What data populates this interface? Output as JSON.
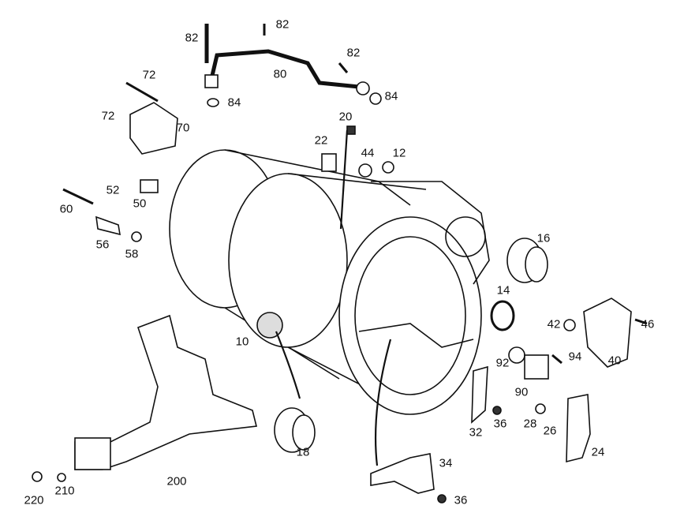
{
  "diagram": {
    "type": "exploded-parts-diagram",
    "labels": [
      "82",
      "82",
      "82",
      "80",
      "84",
      "84",
      "72",
      "72",
      "70",
      "20",
      "22",
      "44",
      "12",
      "52",
      "50",
      "60",
      "56",
      "58",
      "16",
      "14",
      "42",
      "46",
      "10",
      "92",
      "94",
      "40",
      "90",
      "28",
      "26",
      "36",
      "32",
      "24",
      "18",
      "34",
      "36",
      "200",
      "220",
      "210"
    ]
  }
}
